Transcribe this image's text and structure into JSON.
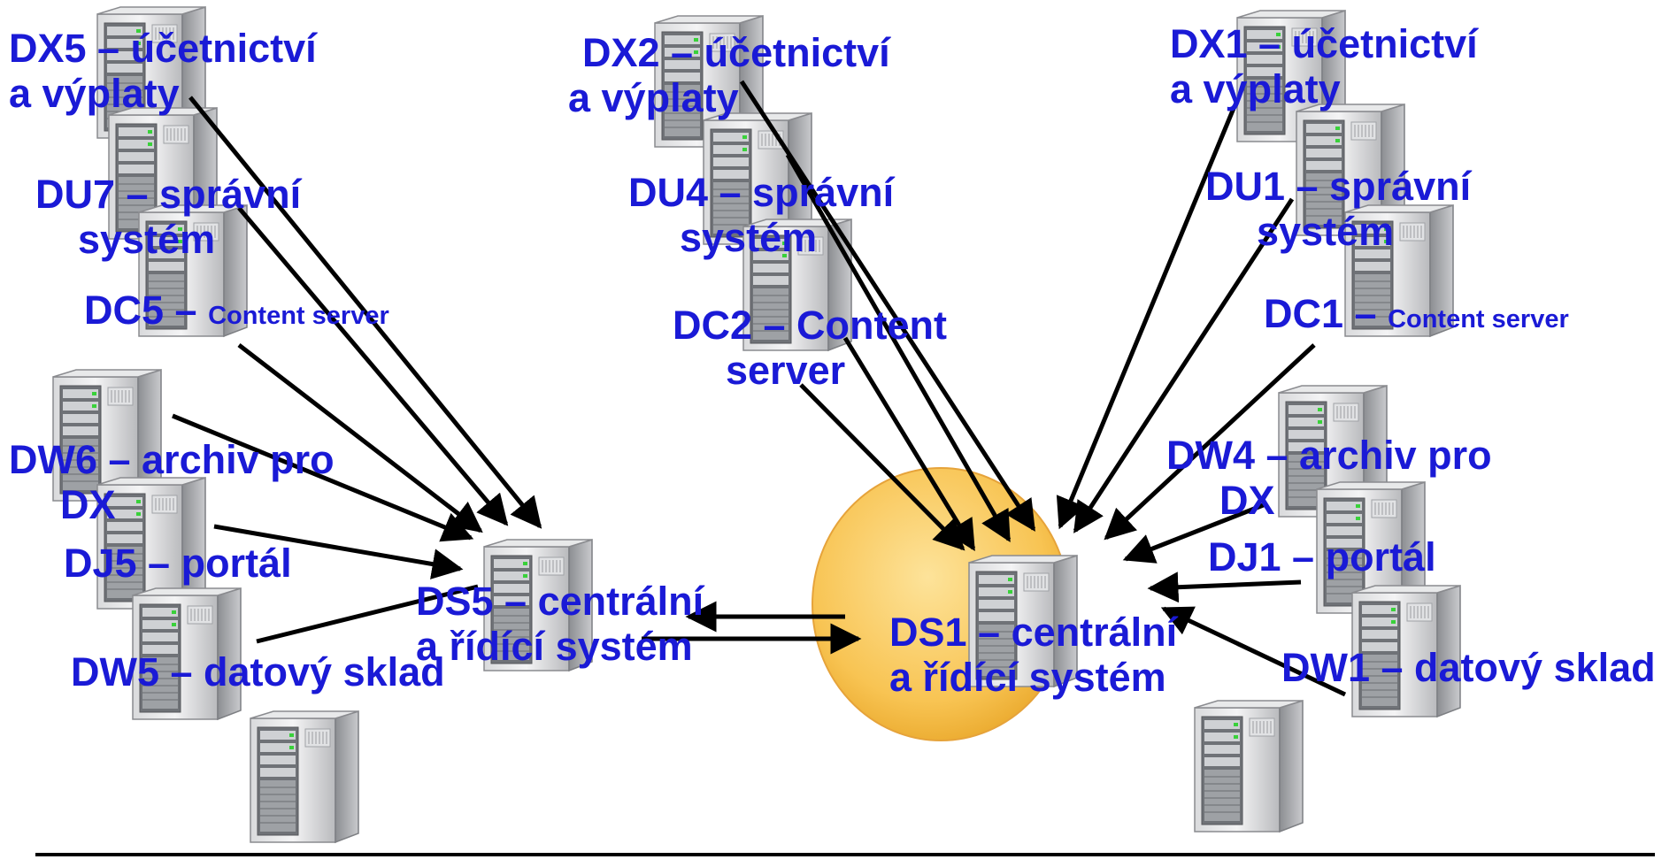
{
  "colors": {
    "label": "#1a1ad6",
    "arrow": "#000000",
    "highlight": "#f6b73c",
    "floor_line": "#000000"
  },
  "icons": {
    "server": "tower-server-icon"
  },
  "labels": {
    "dx5": {
      "l1": "DX5 – účetnictví",
      "l2": "a výplaty"
    },
    "du7": {
      "l1": "DU7 – správní",
      "l2": "systém"
    },
    "dc5": {
      "l1": "DC5 – ",
      "l1b": "Content server"
    },
    "dw6": {
      "l1": "DW6 – archiv pro",
      "l2": "DX"
    },
    "dj5": {
      "l1": "DJ5 – portál"
    },
    "dw5": {
      "l1": "DW5 – datový sklad"
    },
    "ds5": {
      "l1": "DS5 – centrální",
      "l2": "a řídící systém"
    },
    "dx2": {
      "l1": "DX2 – účetnictví",
      "l2": "a výplaty"
    },
    "du4": {
      "l1": "DU4 – správní",
      "l2": "systém"
    },
    "dc2": {
      "l1": "DC2 – Content",
      "l2": "server"
    },
    "dx1": {
      "l1": "DX1 – účetnictví",
      "l2": "a výplaty"
    },
    "du1": {
      "l1": "DU1 – správní",
      "l2": "systém"
    },
    "dc1": {
      "l1": "DC1 – ",
      "l1b": "Content server"
    },
    "dw4": {
      "l1": "DW4 – archiv pro",
      "l2": "DX"
    },
    "dj1": {
      "l1": "DJ1 – portál"
    },
    "dw1": {
      "l1": "DW1 – datový sklad"
    },
    "ds1": {
      "l1": "DS1 – centrální",
      "l2": "a řídící systém"
    }
  }
}
